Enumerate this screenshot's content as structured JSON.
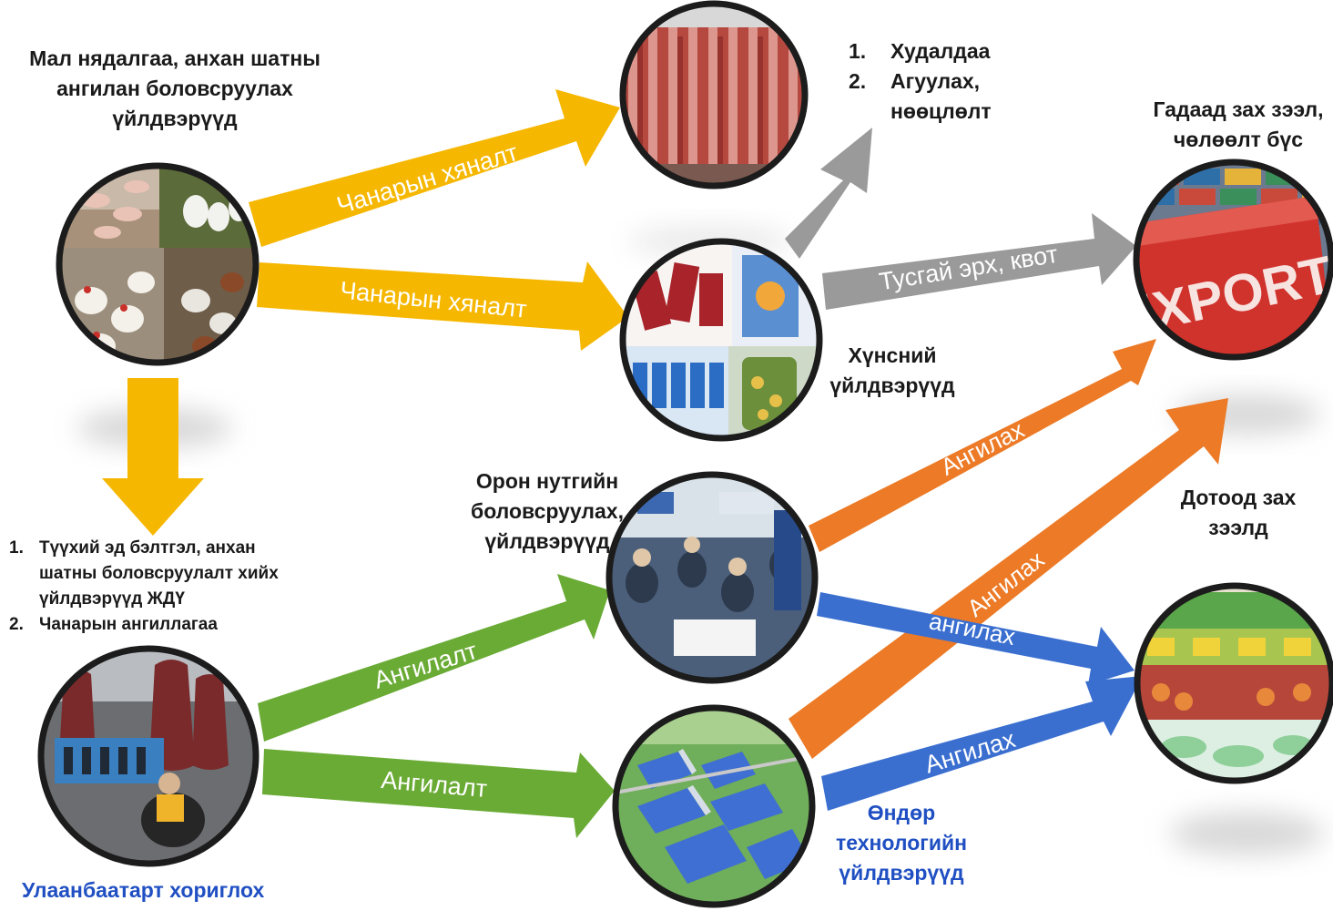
{
  "colors": {
    "yellow": "#f6b700",
    "gray": "#9a9a9a",
    "orange": "#ec7a26",
    "green": "#6aab35",
    "blue": "#3a6fd0",
    "node_border": "#1c1c1c",
    "blue_text": "#1f4fc2"
  },
  "nodes": [
    {
      "id": "livestock",
      "icon": "livestock-photo"
    },
    {
      "id": "meat-carcasses",
      "icon": "meat-carcasses-photo"
    },
    {
      "id": "food-products",
      "icon": "food-products-photo"
    },
    {
      "id": "export",
      "icon": "export-containers-photo",
      "text": "EXPORT"
    },
    {
      "id": "local-workshop",
      "icon": "workshop-photo"
    },
    {
      "id": "supermarket",
      "icon": "supermarket-photo"
    },
    {
      "id": "ub-facility",
      "icon": "tannery-photo"
    },
    {
      "id": "industrial-park",
      "icon": "industrial-park-photo"
    }
  ],
  "labels": {
    "livestock_title": [
      "Мал нядалгаа, анхан шатны",
      "ангилан боловсруулах",
      "үйлдвэрүүд"
    ],
    "trade_list": [
      {
        "num": "1.",
        "text": "Худалдаа"
      },
      {
        "num": "2.",
        "text": "Агуулах,"
      },
      {
        "num": "",
        "text": "нөөцлөлт"
      }
    ],
    "foreign_market": [
      "Гадаад зах зээл,",
      "чөлөөлт бүс"
    ],
    "food_factories": [
      "Хүнсний",
      "үйлдвэрүүд"
    ],
    "local_processing": [
      "Орон нутгийн",
      "боловсруулах,",
      "үйлдвэрүүд"
    ],
    "domestic_market": [
      "Дотоод зах",
      "зээлд"
    ],
    "raw_material_list": [
      {
        "num": "1.",
        "text": "Түүхий эд бэлтгэл, анхан"
      },
      {
        "num": "",
        "text": "шатны боловсруулалт хийх"
      },
      {
        "num": "",
        "text": "үйлдвэрүүд ЖДҮ"
      },
      {
        "num": "2.",
        "text": "Чанарын ангиллагаа"
      }
    ],
    "high_tech": [
      "Өндөр",
      "технологийн",
      "үйлдвэрүүд"
    ],
    "ub_ban": "Улаанбаатарт хориглох"
  },
  "arrows": [
    {
      "id": "quality-control-1",
      "color": "yellow",
      "text": "Чанарын хяналт"
    },
    {
      "id": "quality-control-2",
      "color": "yellow",
      "text": "Чанарын хяналт"
    },
    {
      "id": "down-to-raw",
      "color": "yellow",
      "text": ""
    },
    {
      "id": "to-trade",
      "color": "gray",
      "text": ""
    },
    {
      "id": "license-quota",
      "color": "gray",
      "text": "Тусгай эрх, квот"
    },
    {
      "id": "sort-workshop-export",
      "color": "orange",
      "text": "Ангилах"
    },
    {
      "id": "sort-park-export",
      "color": "orange",
      "text": "Ангилах"
    },
    {
      "id": "sort-workshop-domestic",
      "color": "blue",
      "text": "ангилах"
    },
    {
      "id": "sort-park-domestic",
      "color": "blue",
      "text": "Ангилах"
    },
    {
      "id": "grading-to-workshop",
      "color": "green",
      "text": "Ангилалт"
    },
    {
      "id": "grading-to-park",
      "color": "green",
      "text": "Ангилалт"
    }
  ]
}
